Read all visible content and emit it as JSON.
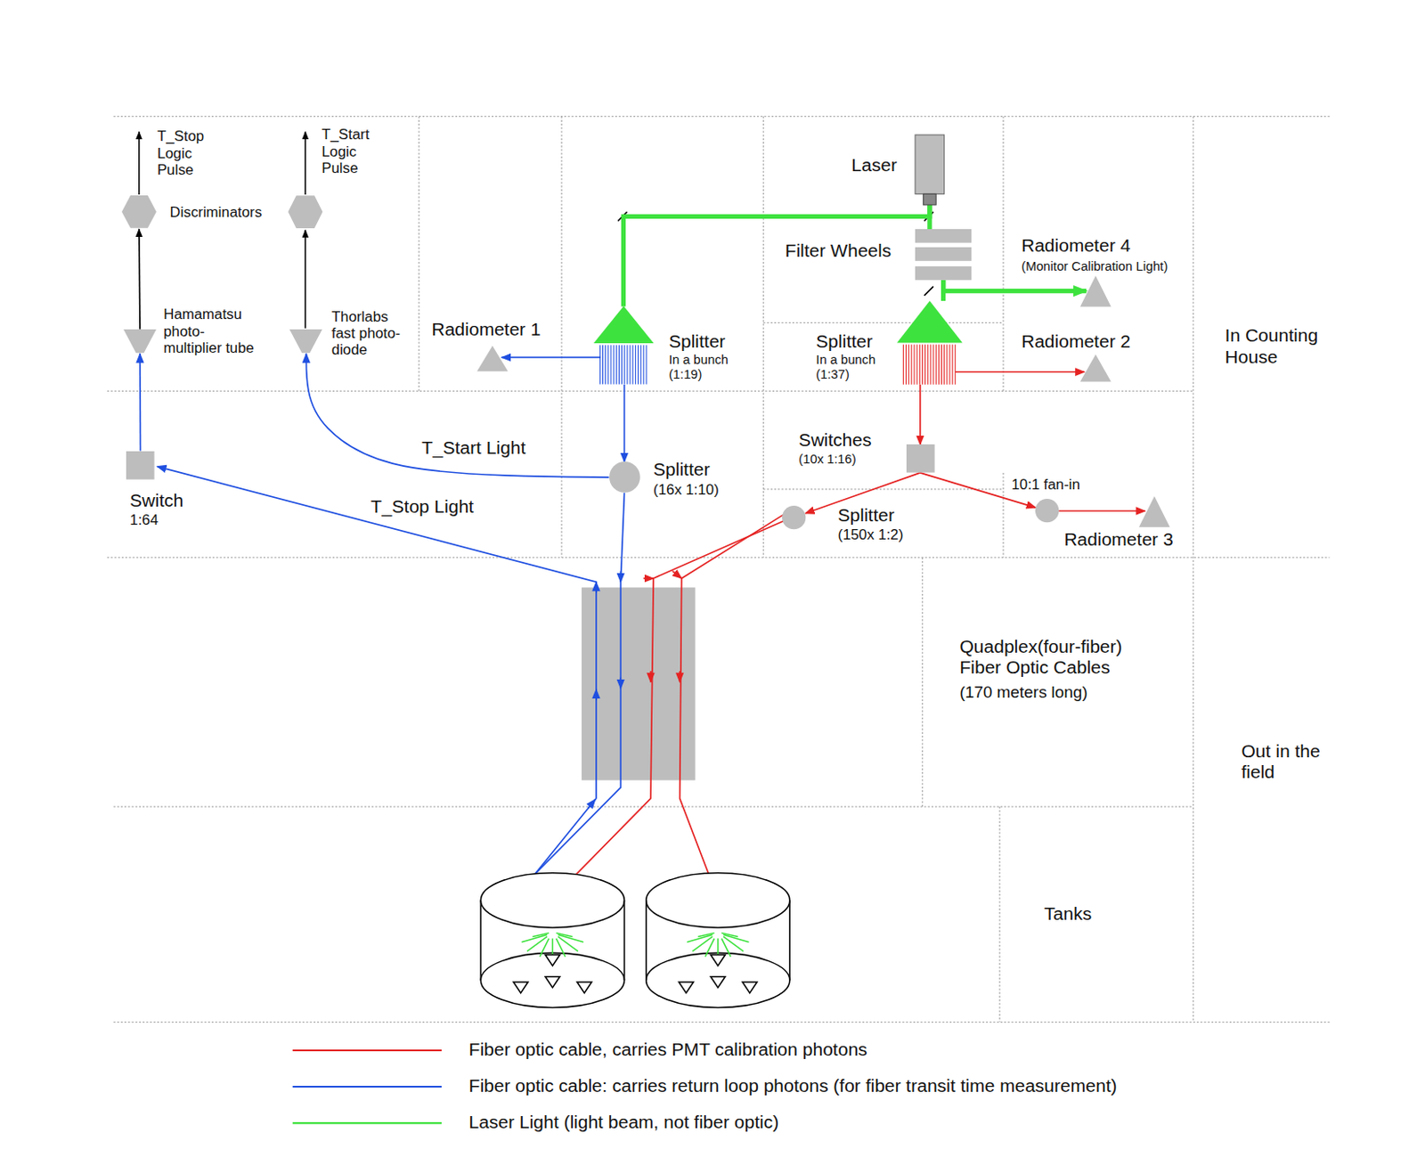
{
  "diagram": {
    "nodes": [
      {
        "text": [
          "Discriminators"
        ]
      },
      {
        "text": [
          "Laser"
        ]
      },
      {
        "text": [
          "Filter Wheels"
        ]
      },
      {
        "text": [
          "Radiometer 4",
          "(Monitor Calibration Light)"
        ]
      },
      {
        "text": [
          "Hamamatsu photo- multiplier tube"
        ]
      },
      {
        "text": [
          "Thorlabs fast photo- diode"
        ]
      },
      {
        "text": [
          "Radiometer 1"
        ]
      },
      {
        "text": [
          "Splitter",
          "In a bunch (1:19)"
        ]
      },
      {
        "text": [
          "Splitter",
          "In a bunch (1:37)"
        ]
      },
      {
        "text": [
          "Radiometer 2"
        ]
      },
      {
        "text": [
          "Switches",
          "(10x 1:16)"
        ]
      },
      {
        "text": [
          "Splitter",
          "(16x 1:10)"
        ]
      },
      {
        "text": [
          "Switch",
          "1:64"
        ]
      },
      {
        "text": [
          "10:1 fan-in"
        ]
      },
      {
        "text": [
          "Splitter",
          "(150x 1:2)"
        ]
      },
      {
        "text": [
          "Radiometer 3"
        ]
      }
    ],
    "edges": [
      {
        "from": 1,
        "to": 2,
        "arrow": "none"
      },
      {
        "from": 1,
        "to": 7,
        "arrow": "none"
      },
      {
        "from": 2,
        "to": 3,
        "arrow": "to"
      },
      {
        "from": 2,
        "to": 8,
        "arrow": "none"
      },
      {
        "from": 7,
        "to": 6,
        "arrow": "to"
      },
      {
        "from": 7,
        "to": 11,
        "arrow": "to"
      },
      {
        "from": 11,
        "to": 5,
        "label": "T_Start Light",
        "arrow": "to"
      },
      {
        "from": 12,
        "to": 4,
        "arrow": "to"
      },
      {
        "from": 4,
        "to": 0,
        "arrow": "to"
      },
      {
        "from": 8,
        "to": 9,
        "arrow": "to"
      },
      {
        "from": 8,
        "to": 10,
        "arrow": "to"
      },
      {
        "from": 10,
        "to": 14,
        "arrow": "to"
      },
      {
        "from": 10,
        "to": 13,
        "arrow": "to"
      },
      {
        "from": 13,
        "to": 15,
        "arrow": "to"
      }
    ],
    "labels": [
      "T_Stop Logic Pulse",
      "T_Start Logic Pulse",
      "T_Stop Light",
      "Quadplex(four-fiber) Fiber Optic Cables",
      "(170 meters long)",
      "In Counting House",
      "Out in the field",
      "Tanks"
    ],
    "legend": [
      {
        "text": "Fiber optic cable, carries PMT calibration photons"
      },
      {
        "text": "Fiber optic cable: carries return loop photons (for fiber transit time measurement)"
      },
      {
        "text": "Laser Light (light beam, not fiber optic)"
      }
    ]
  }
}
